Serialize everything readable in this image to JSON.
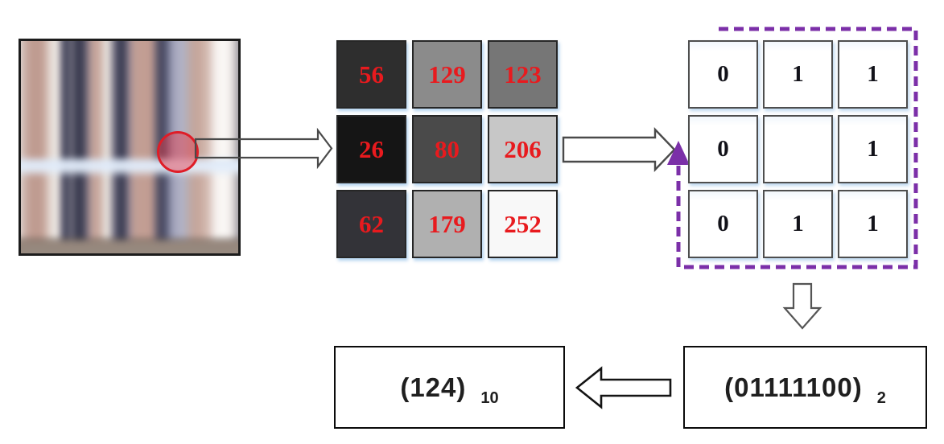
{
  "diagram": {
    "photo": {
      "description": "blurred photo of striped fabric with sampled region highlighted",
      "highlight_color": "#df1d27"
    },
    "pixel_grid": {
      "number_color": "#e81a1e",
      "cells": [
        {
          "value": "56",
          "bg": "#2e2e2e"
        },
        {
          "value": "129",
          "bg": "#8b8b8b"
        },
        {
          "value": "123",
          "bg": "#767676"
        },
        {
          "value": "26",
          "bg": "#151515"
        },
        {
          "value": "80",
          "bg": "#4a4a4a"
        },
        {
          "value": "206",
          "bg": "#c7c7c7"
        },
        {
          "value": "62",
          "bg": "#333338"
        },
        {
          "value": "179",
          "bg": "#b0b0b0"
        },
        {
          "value": "252",
          "bg": "#f8f8f8"
        }
      ]
    },
    "binary_grid": {
      "cells": [
        "0",
        "1",
        "1",
        "0",
        "",
        "1",
        "0",
        "1",
        "1"
      ],
      "scan_path_color": "#7b2fa8"
    },
    "binary_box": {
      "value": "(01111100)",
      "subscript": "2"
    },
    "decimal_box": {
      "value": "(124)",
      "subscript": "10"
    }
  }
}
